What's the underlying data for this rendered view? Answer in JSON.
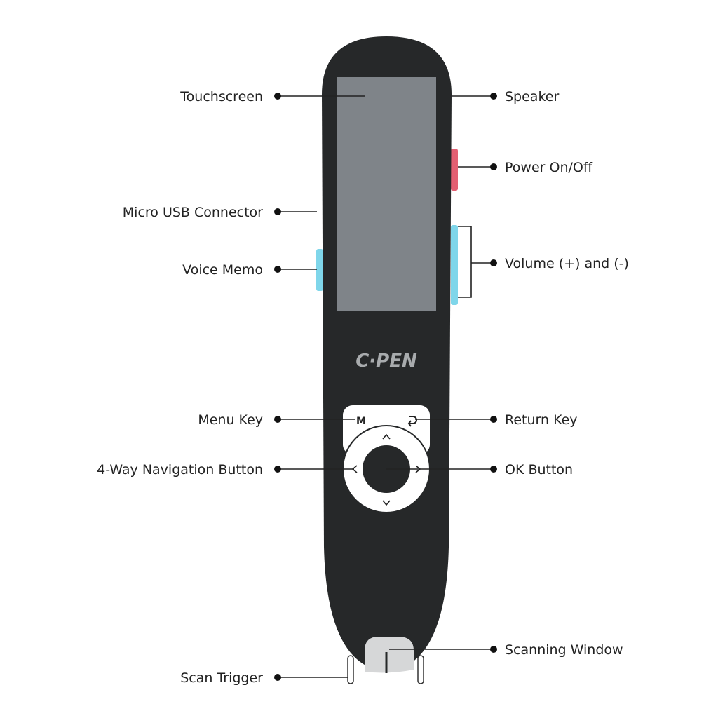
{
  "device": {
    "logo": "C·PEN",
    "keys": {
      "menu": "M",
      "up": "^",
      "down": "v",
      "left": "<",
      "right": ">"
    },
    "colors": {
      "body": "#262829",
      "screen": "#7f8489",
      "power": "#e35f72",
      "volume": "#7fd6ea",
      "keypad": "#ffffff"
    }
  },
  "labels": {
    "touchscreen": "Touchscreen",
    "micro_usb": "Micro USB Connector",
    "voice_memo": "Voice Memo",
    "menu_key": "Menu Key",
    "nav_button": "4-Way Navigation Button",
    "scan_trigger": "Scan Trigger",
    "speaker": "Speaker",
    "power": "Power On/Off",
    "volume": "Volume (+) and (-)",
    "return_key": "Return Key",
    "ok_button": "OK Button",
    "scanning_window": "Scanning Window"
  }
}
